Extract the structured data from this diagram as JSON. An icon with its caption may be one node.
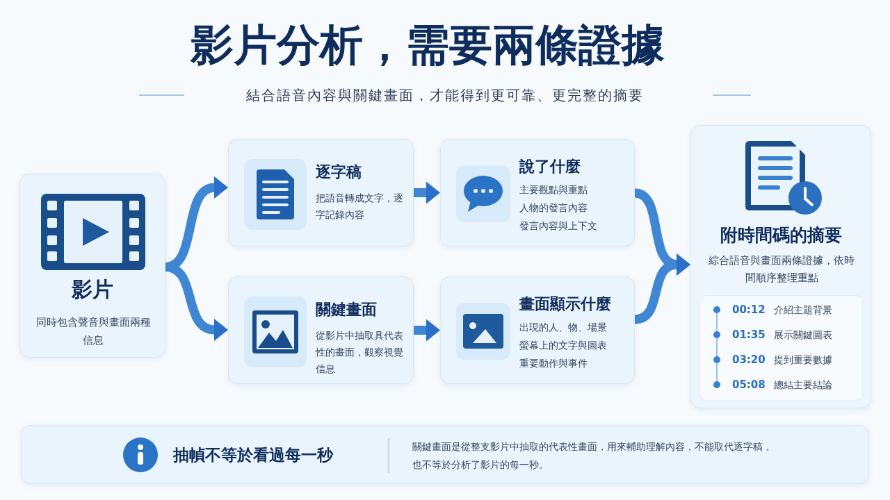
{
  "diagram": {
    "title": "影片分析，需要兩條證據",
    "nodes": [
      {
        "text": [
          "影片",
          "同時包含聲音與畫面兩種信息"
        ]
      },
      {
        "text": [
          "逐字稿",
          "把語音轉成文字，逐字記錄內容"
        ]
      },
      {
        "text": [
          "說了什麼",
          "主要觀點與重點",
          "人物的發言內容",
          "發言內容與上下文"
        ]
      },
      {
        "text": [
          "關鍵畫面",
          "從影片中抽取具代表性的畫面，觀察視覺信息"
        ]
      },
      {
        "text": [
          "畫面顯示什麼",
          "出現的人、物、場景",
          "螢幕上的文字與圖表",
          "重要動作與事件"
        ]
      },
      {
        "text": [
          "附時間碼的摘要",
          "綜合語音與畫面兩條證據，依時間順序整理重點"
        ]
      },
      {
        "text": [
          "00:12",
          "介紹主題背景",
          "01:35",
          "展示關鍵圖表",
          "03:20",
          "提到重要數據",
          "05:08",
          "總結主要結論"
        ],
        "in": 5
      },
      {
        "text": [
          "抽幀不等於看過每一秒",
          "關鍵畫面是從整支影片中抽取的代表性畫面，用來輔助理解內容，不能取代逐字稿，也不等於分析了影片的每一秒。"
        ]
      }
    ],
    "edges": [
      {
        "from": 0,
        "to": 1,
        "arrow": "to"
      },
      {
        "from": 0,
        "to": 3,
        "arrow": "to"
      },
      {
        "from": 1,
        "to": 2,
        "arrow": "to"
      },
      {
        "from": 3,
        "to": 4,
        "arrow": "to"
      },
      {
        "from": 2,
        "to": 5,
        "arrow": "to"
      },
      {
        "from": 4,
        "to": 5,
        "arrow": "to"
      }
    ],
    "labels": [
      "結合語音內容與關鍵畫面，才能得到更可靠、更完整的摘要"
    ]
  }
}
